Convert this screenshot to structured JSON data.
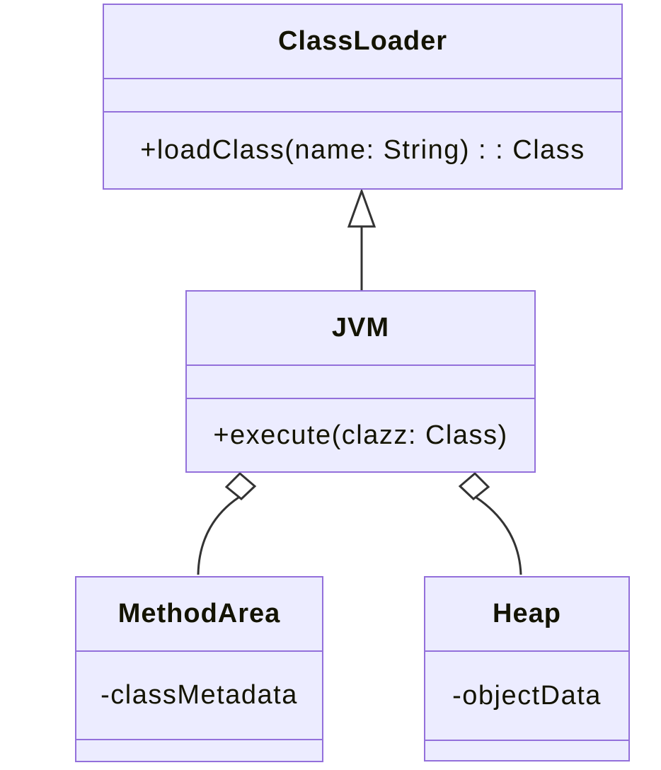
{
  "diagram": {
    "type": "uml-class-diagram",
    "colors": {
      "node_fill": "#ECECFF",
      "node_border": "#9370DB",
      "edge_line": "#333333",
      "text": "#131300",
      "background": "#ffffff"
    },
    "classes": [
      {
        "id": "classloader",
        "name": "ClassLoader",
        "attributes": [],
        "methods": [
          "+loadClass(name: String) : : Class"
        ]
      },
      {
        "id": "jvm",
        "name": "JVM",
        "attributes": [],
        "methods": [
          "+execute(clazz: Class)"
        ]
      },
      {
        "id": "methodarea",
        "name": "MethodArea",
        "attributes": [
          "-classMetadata"
        ],
        "methods": []
      },
      {
        "id": "heap",
        "name": "Heap",
        "attributes": [
          "-objectData"
        ],
        "methods": []
      }
    ],
    "relationships": [
      {
        "from": "JVM",
        "to": "ClassLoader",
        "type": "inheritance"
      },
      {
        "from": "JVM",
        "to": "MethodArea",
        "type": "aggregation"
      },
      {
        "from": "JVM",
        "to": "Heap",
        "type": "aggregation"
      }
    ]
  }
}
